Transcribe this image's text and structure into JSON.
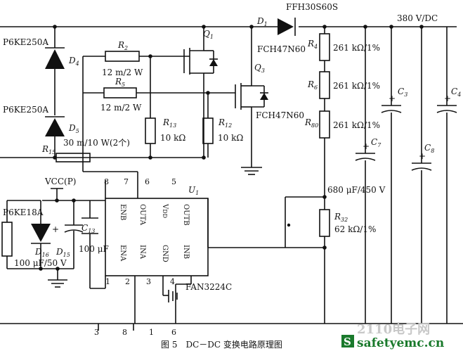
{
  "diagram": {
    "caption": "图 5　DC－DC 变换电路原理图",
    "output_label": "380 V/DC",
    "components": {
      "diode_main": {
        "ref": "D",
        "sub": "1",
        "part": "FFH30S60S"
      },
      "tvs1": {
        "ref": "D",
        "sub": "4",
        "part": "P6KE250A"
      },
      "tvs2": {
        "ref": "D",
        "sub": "5",
        "part": "P6KE250A"
      },
      "tvs3": {
        "part": "P6KE18A"
      },
      "d16": {
        "ref": "D",
        "sub": "16"
      },
      "d15": {
        "ref": "D",
        "sub": "15"
      },
      "q1": {
        "ref": "Q",
        "sub": "1",
        "part": "FCH47N60"
      },
      "q3": {
        "ref": "Q",
        "sub": "3",
        "part": "FCH47N60"
      },
      "r2": {
        "ref": "R",
        "sub": "2",
        "value": "12 m/2 W"
      },
      "r5": {
        "ref": "R",
        "sub": "5",
        "value": "12 m/2 W"
      },
      "r13": {
        "ref": "R",
        "sub": "13",
        "value": "10 kΩ"
      },
      "r12": {
        "ref": "R",
        "sub": "12",
        "value": "10 kΩ"
      },
      "r15": {
        "ref": "R",
        "sub": "15",
        "value": "30 m/10 W(2个)"
      },
      "r4": {
        "ref": "R",
        "sub": "4",
        "value": "261 kΩ/1%"
      },
      "r6": {
        "ref": "R",
        "sub": "6",
        "value": "261 kΩ/1%"
      },
      "r80": {
        "ref": "R",
        "sub": "80",
        "value": "261 kΩ/1%"
      },
      "r32": {
        "ref": "R",
        "sub": "32",
        "value": "62 kΩ/1%"
      },
      "c3": {
        "ref": "C",
        "sub": "3"
      },
      "c4": {
        "ref": "C",
        "sub": "4"
      },
      "c7": {
        "ref": "C",
        "sub": "7",
        "value": "680 μF/450 V"
      },
      "c8": {
        "ref": "C",
        "sub": "8"
      },
      "c13": {
        "ref": "C",
        "sub": "13",
        "value": "100 μF"
      },
      "c15": {
        "value": "100 μF/50 V"
      },
      "u1": {
        "ref": "U",
        "sub": "1",
        "part": "FAN3224C"
      }
    },
    "vcc_label": "VCC(P)",
    "ic_pins": {
      "top_numbers": [
        "8",
        "7",
        "6",
        "5"
      ],
      "top_names": [
        "ENB",
        "OUTA",
        "V",
        "OUTB"
      ],
      "vdd_sub": "DD",
      "bottom_numbers": [
        "1",
        "2",
        "3",
        "4"
      ],
      "bottom_names": [
        "ENA",
        "INA",
        "GND",
        "INB"
      ]
    },
    "connector_pins": [
      "3",
      "8",
      "1",
      "6"
    ],
    "plus_sign": "+",
    "watermark": "safetyemc.cn",
    "watermark_cn": "2110电子网",
    "watermark_icon": "S"
  }
}
